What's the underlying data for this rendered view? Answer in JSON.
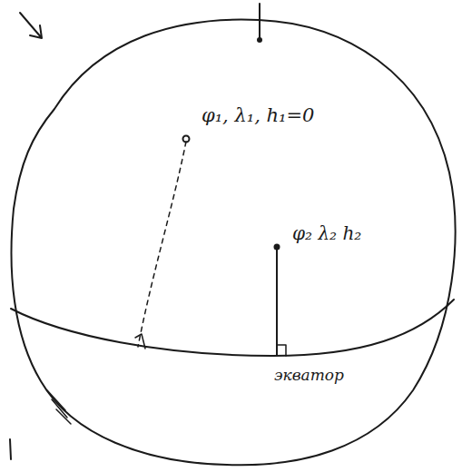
{
  "diagram": {
    "labels": [
      "φ₁, λ₁, h₁=0",
      "φ₂ λ₂ h₂",
      "экватор"
    ]
  }
}
